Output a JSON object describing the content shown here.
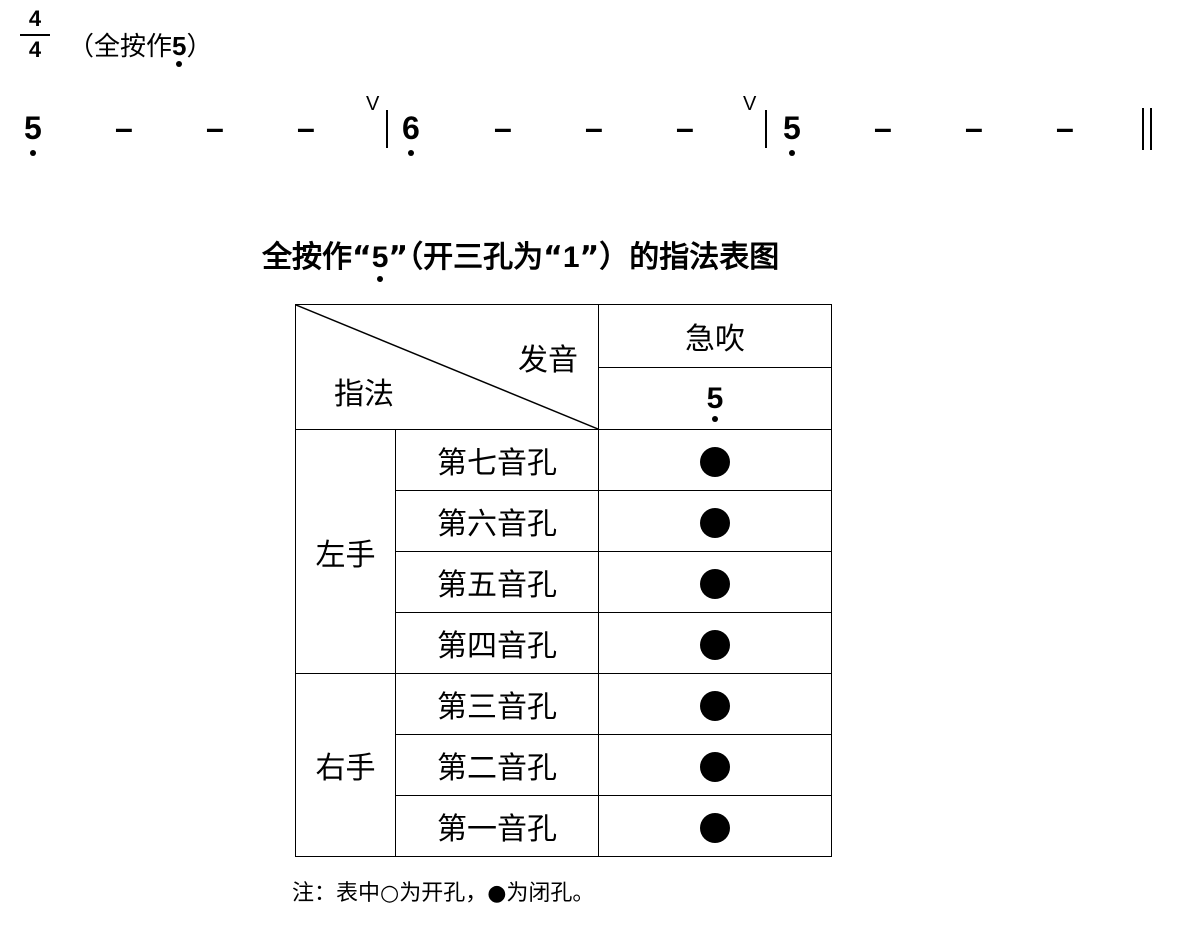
{
  "score": {
    "time_signature": {
      "top": "4",
      "bottom": "4"
    },
    "key_prefix": "（全按作",
    "key_note": "5",
    "key_suffix": "）",
    "measures": [
      {
        "note": "5",
        "dashes": [
          "–",
          "–",
          "–"
        ]
      },
      {
        "note": "6",
        "dashes": [
          "–",
          "–",
          "–"
        ]
      },
      {
        "note": "5",
        "dashes": [
          "–",
          "–",
          "–"
        ]
      }
    ],
    "breath_mark": "V"
  },
  "chart_title": {
    "part1": "全按作“",
    "note": "5",
    "part2": "”（开三孔为“",
    "note2": "1",
    "part3": "”）的指法表图"
  },
  "table": {
    "header": {
      "diagonal_top": "发音",
      "diagonal_bottom": "指法",
      "technique": "急吹",
      "pitch": "5"
    },
    "groups": [
      {
        "hand": "左手",
        "holes": [
          {
            "label": "第七音孔",
            "state": "closed"
          },
          {
            "label": "第六音孔",
            "state": "closed"
          },
          {
            "label": "第五音孔",
            "state": "closed"
          },
          {
            "label": "第四音孔",
            "state": "closed"
          }
        ]
      },
      {
        "hand": "右手",
        "holes": [
          {
            "label": "第三音孔",
            "state": "closed"
          },
          {
            "label": "第二音孔",
            "state": "closed"
          },
          {
            "label": "第一音孔",
            "state": "closed"
          }
        ]
      }
    ]
  },
  "footnote": "注：表中○为开孔，●为闭孔。"
}
